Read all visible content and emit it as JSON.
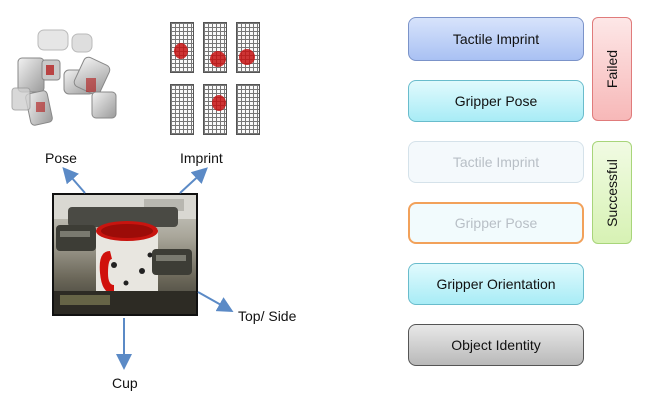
{
  "left": {
    "pose_label": "Pose",
    "imprint_label": "Imprint",
    "top_side_label": "Top/ Side",
    "cup_label": "Cup"
  },
  "right": {
    "tactile_imprint": "Tactile Imprint",
    "gripper_pose": "Gripper Pose",
    "tactile_imprint_faded": "Tactile Imprint",
    "gripper_pose_faded": "Gripper Pose",
    "gripper_orientation": "Gripper Orientation",
    "object_identity": "Object Identity",
    "failed_label": "Failed",
    "successful_label": "Successful"
  },
  "colors": {
    "arrow": "#5b8ac6",
    "imprint_red": "#c41111",
    "failed_fill": "#f7b8b8",
    "success_fill": "#d7f2b4"
  }
}
